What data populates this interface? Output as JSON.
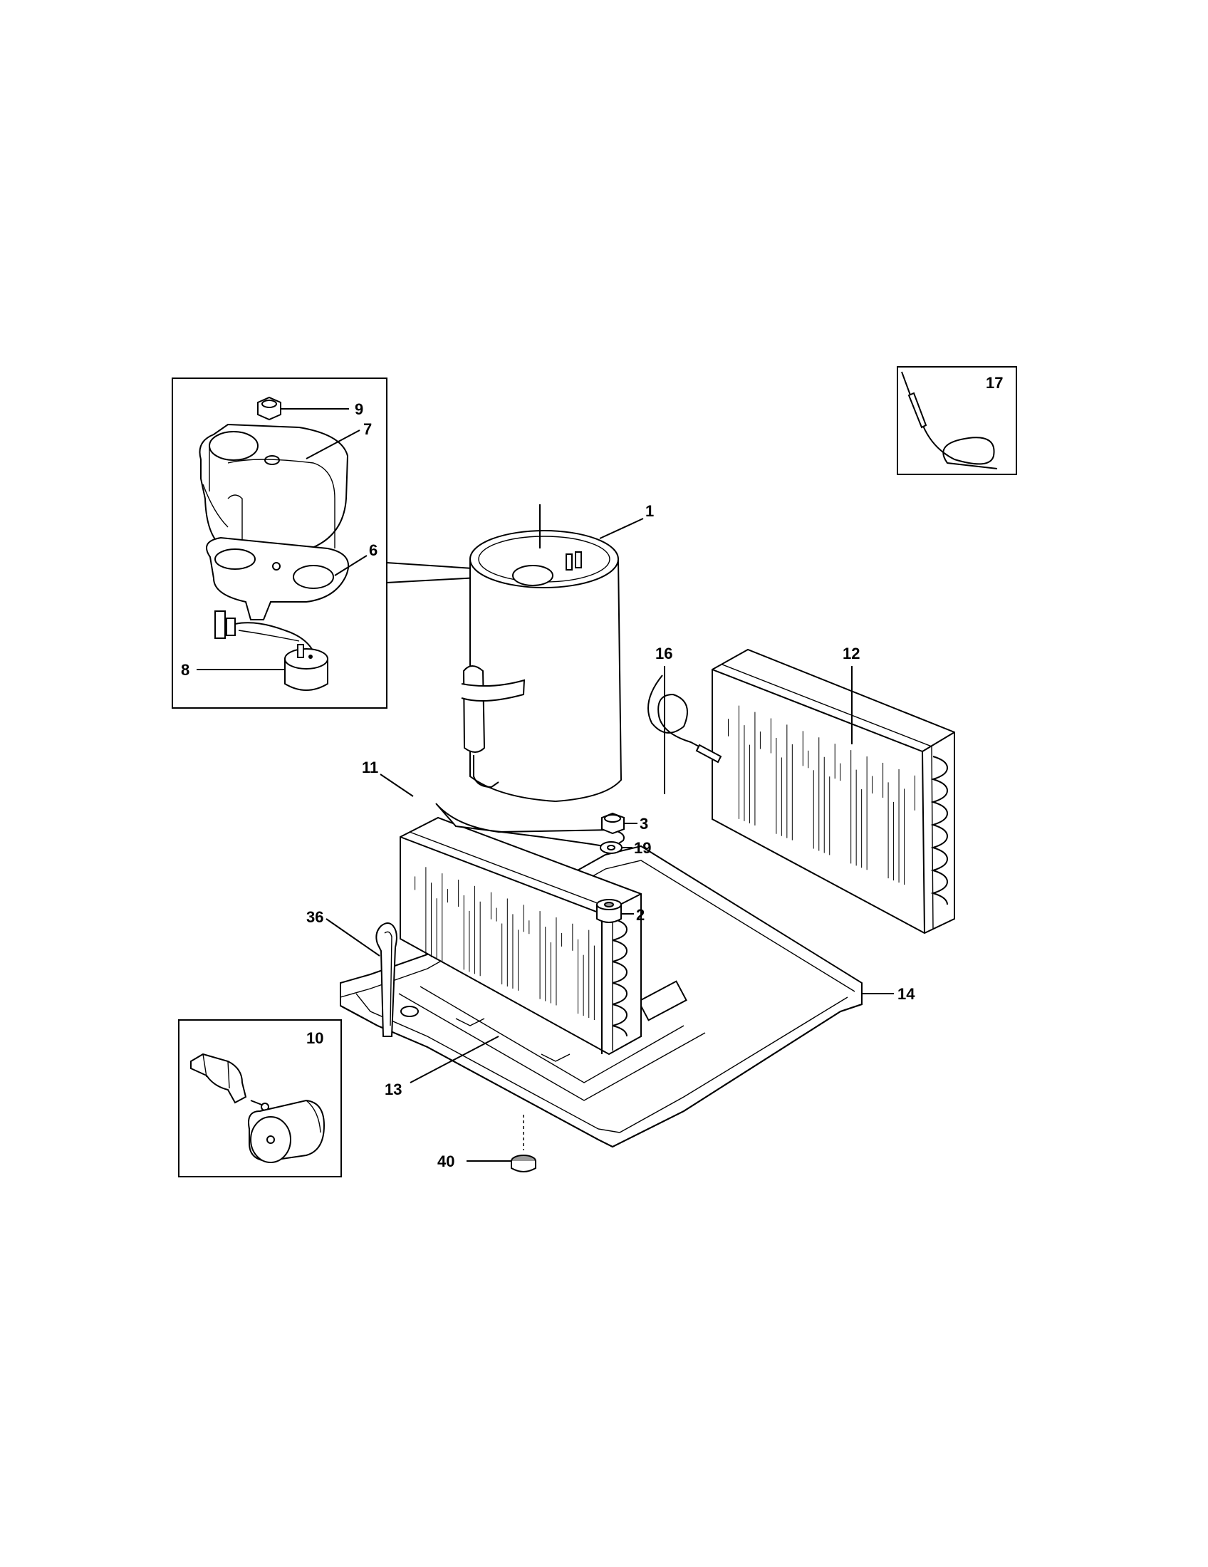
{
  "diagram": {
    "callouts": {
      "c1": "1",
      "c2": "2",
      "c3": "3",
      "c6": "6",
      "c7": "7",
      "c8": "8",
      "c9": "9",
      "c10": "10",
      "c11": "11",
      "c12": "12",
      "c13": "13",
      "c14": "14",
      "c16": "16",
      "c17": "17",
      "c19": "19",
      "c36": "36",
      "c40": "40"
    }
  }
}
